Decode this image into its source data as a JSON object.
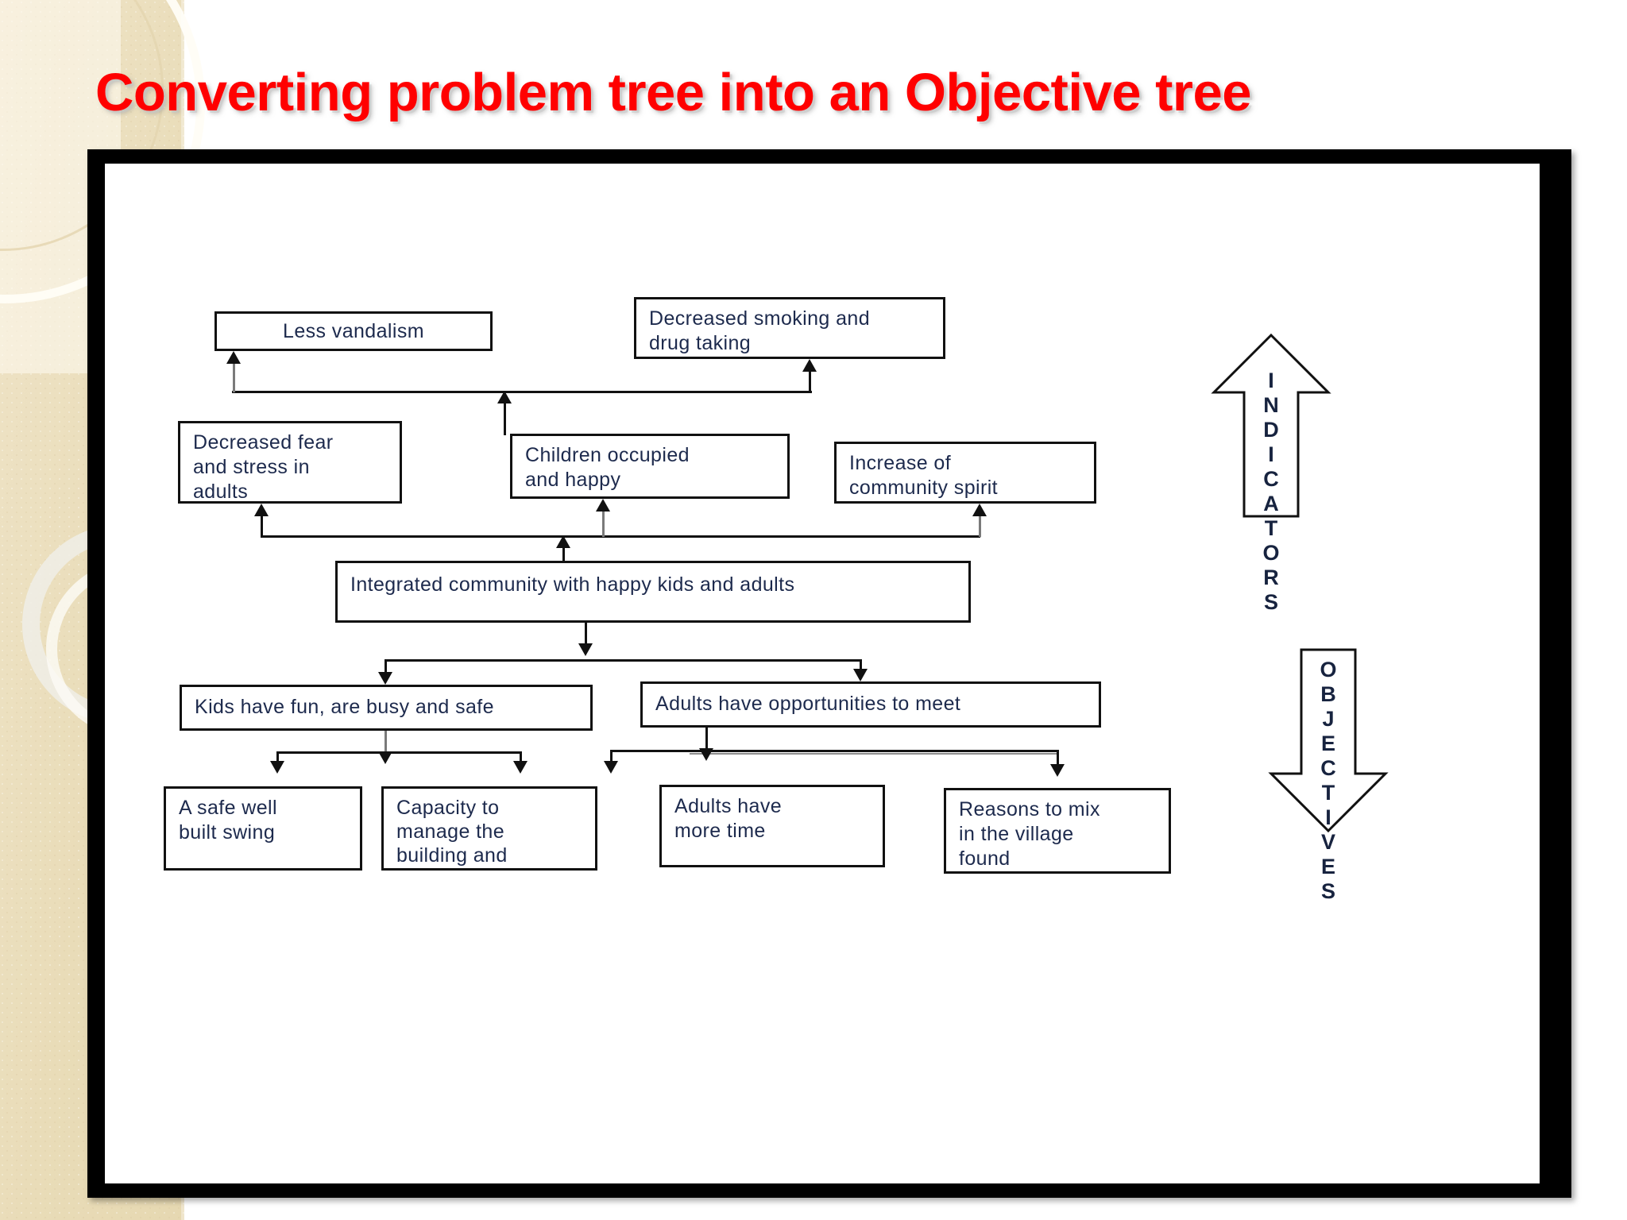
{
  "slide": {
    "title": "Converting problem tree into an Objective tree",
    "title_color": "#ff0000",
    "background_color": "#ffffff",
    "band_color": "#e9dcb8",
    "frame_color": "#000000",
    "node_text_color": "#1d2a4d"
  },
  "diagram": {
    "type": "objective-tree",
    "nodes": {
      "less_vandalism": "Less vandalism",
      "decreased_smoking": "Decreased smoking and drug taking",
      "decreased_smoking_lines": [
        "Decreased smoking and",
        "drug taking"
      ],
      "decreased_fear": "Decreased fear and stress in adults",
      "decreased_fear_lines": [
        "Decreased fear",
        "and stress in",
        "adults"
      ],
      "children_occupied": "Children occupied and happy",
      "children_occupied_lines": [
        "Children occupied",
        "and happy"
      ],
      "community_spirit": "Increase of community spirit",
      "community_spirit_lines": [
        "Increase of",
        "community spirit"
      ],
      "integrated_community": "Integrated community with happy kids and adults",
      "kids_fun": "Kids have fun, are busy and safe",
      "adults_meet": "Adults have opportunities to meet",
      "safe_swing": "A safe well built swing",
      "safe_swing_lines": [
        "A safe well",
        "built swing"
      ],
      "capacity_manage": "Capacity to manage the building and",
      "capacity_manage_lines": [
        "Capacity to",
        "manage the",
        "building and"
      ],
      "adults_time": "Adults have more time",
      "adults_time_lines": [
        "Adults have",
        "more time"
      ],
      "reasons_mix": "Reasons to mix in the village found",
      "reasons_mix_lines": [
        "Reasons to mix",
        "in the village",
        "found"
      ]
    },
    "side_arrows": {
      "indicators": "INDICATORS",
      "objectives": "OBJECTIVES"
    }
  }
}
